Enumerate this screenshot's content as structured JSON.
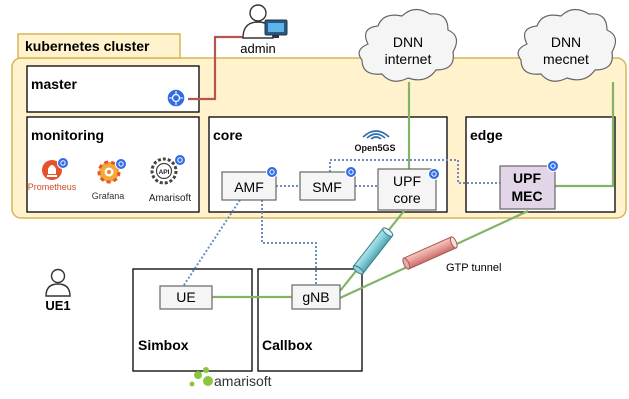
{
  "cluster": {
    "title": "kubernetes cluster"
  },
  "people": {
    "admin": "admin",
    "ue1": "UE1"
  },
  "clouds": {
    "internet": {
      "line1": "DNN",
      "line2": "internet"
    },
    "mecnet": {
      "line1": "DNN",
      "line2": "mecnet"
    }
  },
  "zones": {
    "master": "master",
    "monitoring": "monitoring",
    "core": "core",
    "edge": "edge",
    "simbox": "Simbox",
    "callbox": "Callbox"
  },
  "monitoring_tools": {
    "prometheus": "Prometheus",
    "grafana": "Grafana",
    "amarisoft": "Amarisoft",
    "api_badge": "API"
  },
  "functions": {
    "amf": "AMF",
    "smf": "SMF",
    "upf_core": {
      "line1": "UPF",
      "line2": "core"
    },
    "upf_mec": {
      "line1": "UPF",
      "line2": "MEC"
    },
    "ue": "UE",
    "gnb": "gNB"
  },
  "brands": {
    "open5gs": "Open5GS",
    "amarisoft": "amarisoft"
  },
  "tunnel_label": "GTP tunnel",
  "colors": {
    "cluster_fill": "#fff2cc",
    "cluster_border": "#d6b656",
    "node_fill": "#f5f5f5",
    "upf_mec_fill": "#e1d5e7",
    "green_link": "#82b366",
    "admin_link": "#b85450",
    "dotted_link": "#6c8ebf",
    "k8s_blue": "#326ce5"
  }
}
